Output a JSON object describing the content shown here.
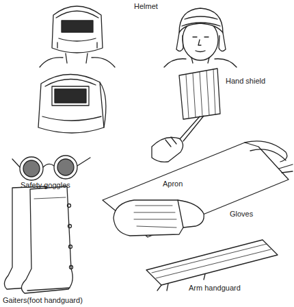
{
  "diagram": {
    "labels": [
      "Helmet",
      "Hand shield",
      "Safety goggles",
      "Apron",
      "Gloves",
      "Gaiters(foot handguard)",
      "Arm handguard"
    ]
  }
}
